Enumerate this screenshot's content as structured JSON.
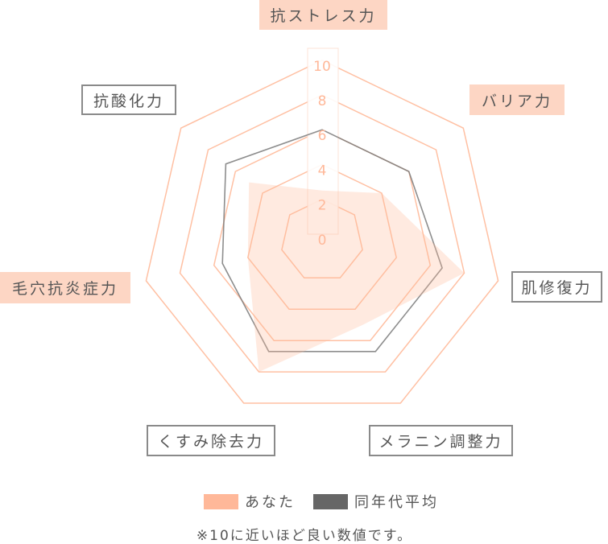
{
  "chart_data": {
    "type": "radar",
    "title": "",
    "axes": [
      "抗ストレス力",
      "バリア力",
      "肌修復力",
      "メラニン調整力",
      "くすみ除去力",
      "毛穴抗炎症力",
      "抗酸化力"
    ],
    "series": [
      {
        "name": "あなた",
        "values": [
          2.5,
          4,
          8,
          5,
          8,
          4,
          5
        ],
        "color": "#FFB899",
        "style": "filled"
      },
      {
        "name": "同年代平均",
        "values": [
          6,
          6,
          6.7,
          6.7,
          6.7,
          5.5,
          6.7
        ],
        "color": "#666666",
        "style": "line"
      }
    ],
    "ticks": [
      0,
      2,
      4,
      6,
      8,
      10
    ],
    "tick_labels": [
      "0",
      "2",
      "4",
      "6",
      "8",
      "10"
    ],
    "range": [
      0,
      10
    ],
    "grid": true,
    "grid_color": "#FFC0A3",
    "legend_position": "bottom",
    "annotation": "※10に近いほど良い数値です。"
  },
  "axis_labels": [
    {
      "text": "抗ストレス力",
      "highlighted": true
    },
    {
      "text": "バリア力",
      "highlighted": true
    },
    {
      "text": "肌修復力",
      "highlighted": false
    },
    {
      "text": "メラニン調整力",
      "highlighted": false
    },
    {
      "text": "くすみ除去力",
      "highlighted": false
    },
    {
      "text": "毛穴抗炎症力",
      "highlighted": true
    },
    {
      "text": "抗酸化力",
      "highlighted": false
    }
  ],
  "legend": {
    "items": [
      {
        "label": "あなた",
        "color": "#FFB899"
      },
      {
        "label": "同年代平均",
        "color": "#666666"
      }
    ]
  },
  "footer": {
    "note": "※10に近いほど良い数値です。"
  }
}
